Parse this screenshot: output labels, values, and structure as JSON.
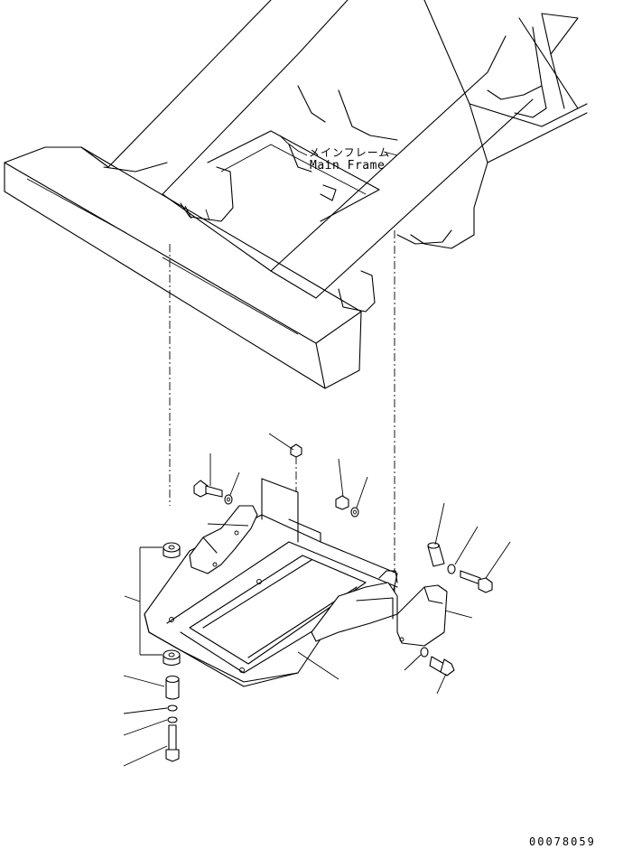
{
  "labels": {
    "main_frame_jp": "メインフレーム",
    "main_frame_en": "Main Frame"
  },
  "drawing_number": "00078059"
}
